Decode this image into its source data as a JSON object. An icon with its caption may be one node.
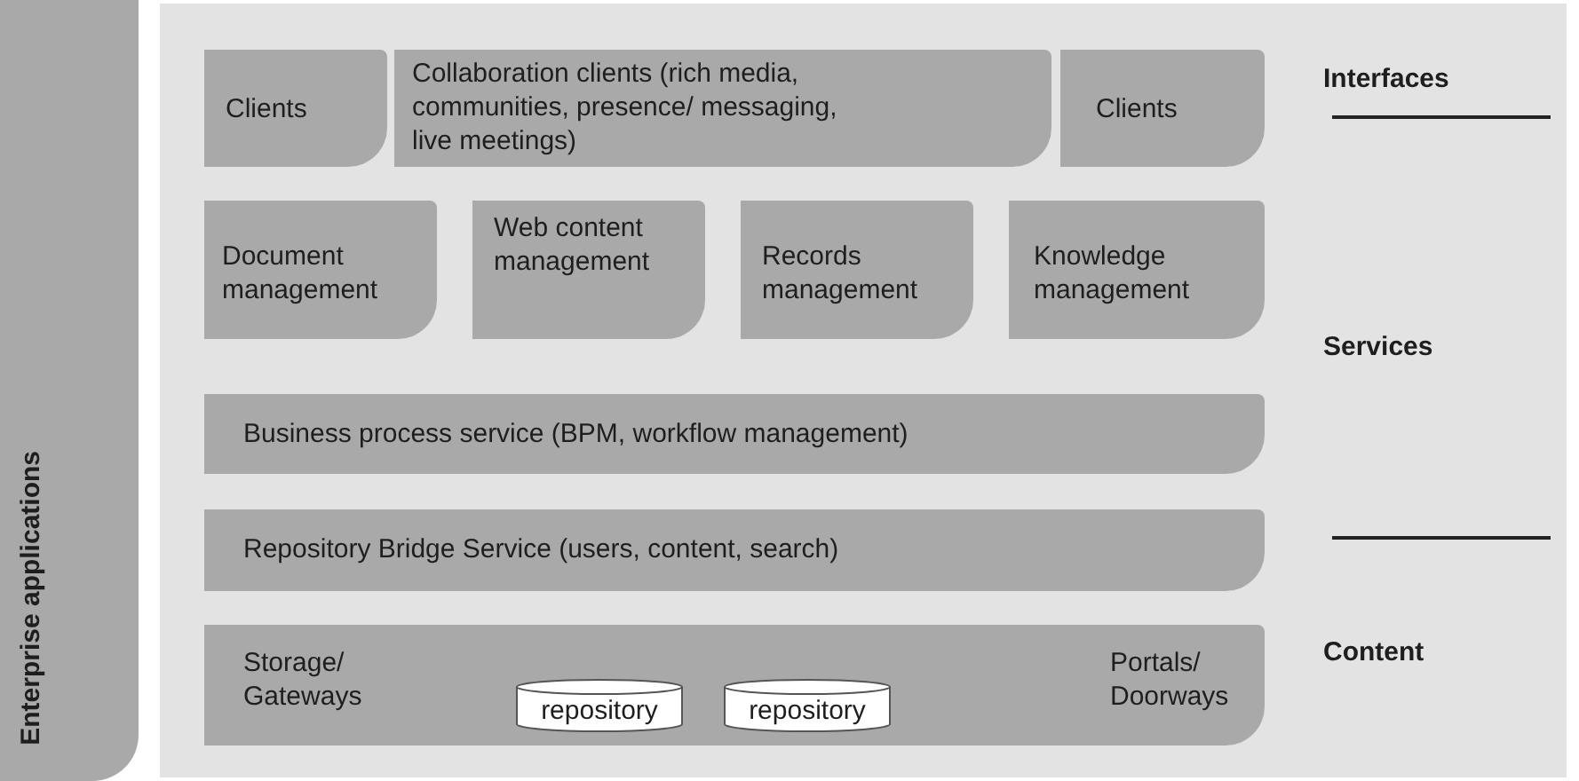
{
  "diagram": {
    "nodes": [
      {
        "text": [
          "Enterprise applications"
        ]
      },
      {
        "text": [],
        "shape": "box"
      },
      {
        "text": [
          "Clients"
        ],
        "in": 1
      },
      {
        "text": [
          "Collaboration clients (rich media, communities, presence/ messaging, live meetings)"
        ],
        "in": 1
      },
      {
        "text": [
          "Clients"
        ],
        "in": 1
      },
      {
        "text": [
          "Document management"
        ],
        "in": 1
      },
      {
        "text": [
          "Web content management"
        ],
        "in": 1
      },
      {
        "text": [
          "Records management"
        ],
        "in": 1
      },
      {
        "text": [
          "Knowledge management"
        ],
        "in": 1
      },
      {
        "text": [
          "Business process service (BPM, workflow management)"
        ],
        "in": 1
      },
      {
        "text": [
          "Repository Bridge Service (users, content, search)"
        ],
        "in": 1
      },
      {
        "text": [
          "Storage/ Gateways",
          "Portals/ Doorways"
        ],
        "in": 1
      },
      {
        "text": [
          "repository"
        ],
        "in": 11
      },
      {
        "text": [
          "repository"
        ],
        "in": 11
      }
    ],
    "labels": [
      "Interfaces",
      "Services",
      "Content"
    ]
  }
}
